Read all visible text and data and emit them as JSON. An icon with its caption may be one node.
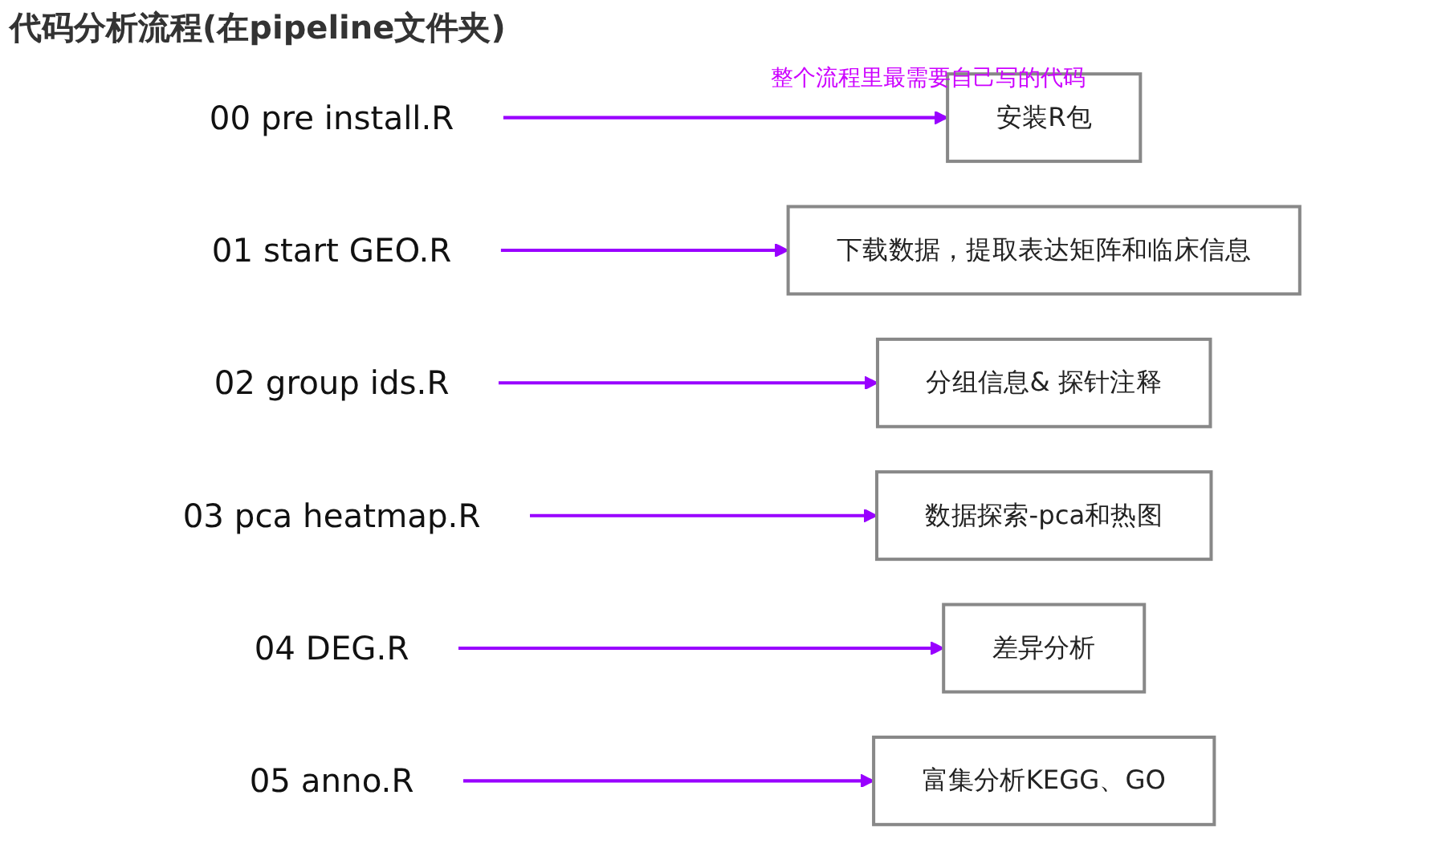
{
  "diagram": {
    "title": "代码分析流程(在pipeline文件夹)",
    "nodes": [
      {
        "text": [
          "00 pre install.R"
        ]
      },
      {
        "text": [
          "01 start GEO.R"
        ]
      },
      {
        "text": [
          "02 group ids.R"
        ]
      },
      {
        "text": [
          "03 pca heatmap.R"
        ]
      },
      {
        "text": [
          "04 DEG.R"
        ]
      },
      {
        "text": [
          "05 anno.R"
        ]
      },
      {
        "text": [
          "安装R包"
        ]
      },
      {
        "text": [
          "下载数据，提取表达矩阵和临床信息"
        ]
      },
      {
        "text": [
          "分组信息& 探针注释"
        ]
      },
      {
        "text": [
          "数据探索-pca和热图"
        ]
      },
      {
        "text": [
          "差异分析"
        ]
      },
      {
        "text": [
          "富集分析KEGG、GO"
        ]
      }
    ],
    "edges": [
      {
        "from": 0,
        "to": 6,
        "arrow": "to"
      },
      {
        "from": 1,
        "to": 7,
        "arrow": "to"
      },
      {
        "from": 2,
        "to": 8,
        "arrow": "to"
      },
      {
        "from": 3,
        "to": 9,
        "arrow": "to"
      },
      {
        "from": 4,
        "to": 10,
        "arrow": "to"
      },
      {
        "from": 5,
        "to": 11,
        "arrow": "to"
      }
    ],
    "labels": [
      "整个流程里最需要自己写的代码"
    ]
  }
}
